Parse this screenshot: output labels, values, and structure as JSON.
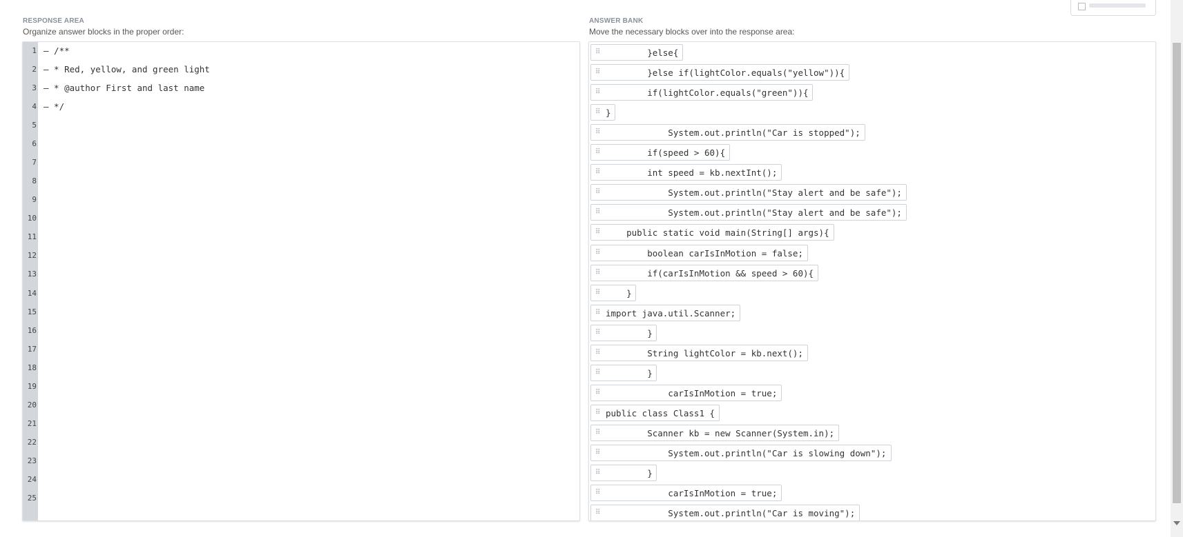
{
  "response": {
    "header": "RESPONSE AREA",
    "subheader": "Organize answer blocks in the proper order:",
    "lines": [
      {
        "num": "1",
        "code": "– /**"
      },
      {
        "num": "2",
        "code": "– * Red, yellow, and green light"
      },
      {
        "num": "3",
        "code": "– * @author First and last name"
      },
      {
        "num": "4",
        "code": "– */"
      },
      {
        "num": "5",
        "code": ""
      },
      {
        "num": "6",
        "code": ""
      },
      {
        "num": "7",
        "code": ""
      },
      {
        "num": "8",
        "code": ""
      },
      {
        "num": "9",
        "code": ""
      },
      {
        "num": "10",
        "code": ""
      },
      {
        "num": "11",
        "code": ""
      },
      {
        "num": "12",
        "code": ""
      },
      {
        "num": "13",
        "code": ""
      },
      {
        "num": "14",
        "code": ""
      },
      {
        "num": "15",
        "code": ""
      },
      {
        "num": "16",
        "code": ""
      },
      {
        "num": "17",
        "code": ""
      },
      {
        "num": "18",
        "code": ""
      },
      {
        "num": "19",
        "code": ""
      },
      {
        "num": "20",
        "code": ""
      },
      {
        "num": "21",
        "code": ""
      },
      {
        "num": "22",
        "code": ""
      },
      {
        "num": "23",
        "code": ""
      },
      {
        "num": "24",
        "code": ""
      },
      {
        "num": "25",
        "code": ""
      }
    ]
  },
  "bank": {
    "header": "ANSWER BANK",
    "subheader": "Move the necessary blocks over into the response area:",
    "blocks": [
      {
        "code": "        }else{"
      },
      {
        "code": "        }else if(lightColor.equals(\"yellow\")){"
      },
      {
        "code": "        if(lightColor.equals(\"green\")){"
      },
      {
        "code": "}"
      },
      {
        "code": "            System.out.println(\"Car is stopped\");"
      },
      {
        "code": "        if(speed > 60){"
      },
      {
        "code": "        int speed = kb.nextInt();"
      },
      {
        "code": "            System.out.println(\"Stay alert and be safe\");"
      },
      {
        "code": "            System.out.println(\"Stay alert and be safe\");"
      },
      {
        "code": "    public static void main(String[] args){"
      },
      {
        "code": "        boolean carIsInMotion = false;"
      },
      {
        "code": "        if(carIsInMotion && speed > 60){"
      },
      {
        "code": "    }"
      },
      {
        "code": "import java.util.Scanner;"
      },
      {
        "code": "        }"
      },
      {
        "code": "        String lightColor = kb.next();"
      },
      {
        "code": "        }"
      },
      {
        "code": "            carIsInMotion = true;"
      },
      {
        "code": "public class Class1 {"
      },
      {
        "code": "        Scanner kb = new Scanner(System.in);"
      },
      {
        "code": "            System.out.println(\"Car is slowing down\");"
      },
      {
        "code": "        }"
      },
      {
        "code": "            carIsInMotion = true;"
      },
      {
        "code": "            System.out.println(\"Car is moving\");"
      }
    ]
  },
  "icons": {
    "grip": "drag-grip-icon"
  }
}
